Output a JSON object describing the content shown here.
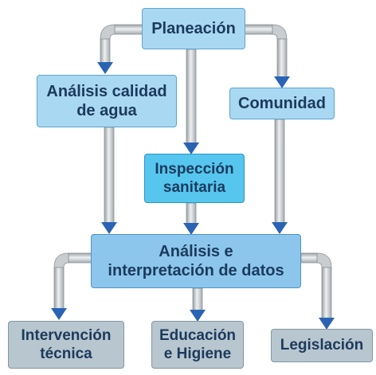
{
  "diagram": {
    "nodes": {
      "planeacion": {
        "label": "Planeación"
      },
      "analisis_calidad": {
        "line1": "Análisis calidad",
        "line2": "de agua"
      },
      "comunidad": {
        "label": "Comunidad"
      },
      "inspeccion": {
        "line1": "Inspección",
        "line2": "sanitaria"
      },
      "analisis_datos": {
        "line1": "Análisis e",
        "line2": "interpretación de datos"
      },
      "intervencion": {
        "line1": "Intervención",
        "line2": "técnica"
      },
      "educacion": {
        "line1": "Educación",
        "line2": "e Higiene"
      },
      "legislacion": {
        "label": "Legislación"
      }
    },
    "edges": [
      {
        "from": "Planeación",
        "to": "Análisis calidad de agua"
      },
      {
        "from": "Planeación",
        "to": "Inspección sanitaria"
      },
      {
        "from": "Planeación",
        "to": "Comunidad"
      },
      {
        "from": "Análisis calidad de agua",
        "to": "Análisis e interpretación de datos"
      },
      {
        "from": "Inspección sanitaria",
        "to": "Análisis e interpretación de datos"
      },
      {
        "from": "Comunidad",
        "to": "Análisis e interpretación de datos"
      },
      {
        "from": "Análisis e interpretación de datos",
        "to": "Intervención técnica"
      },
      {
        "from": "Análisis e interpretación de datos",
        "to": "Educación e Higiene"
      },
      {
        "from": "Análisis e interpretación de datos",
        "to": "Legislación"
      }
    ],
    "colors": {
      "pipe": "#bfc3c6",
      "pipe_highlight": "#eef0f1",
      "arrow": "#2a63b4",
      "node_light": "#a9d8f2",
      "node_cyan": "#56c6ef",
      "node_grey": "#b7c6cf",
      "text": "#1c3a5c"
    }
  }
}
